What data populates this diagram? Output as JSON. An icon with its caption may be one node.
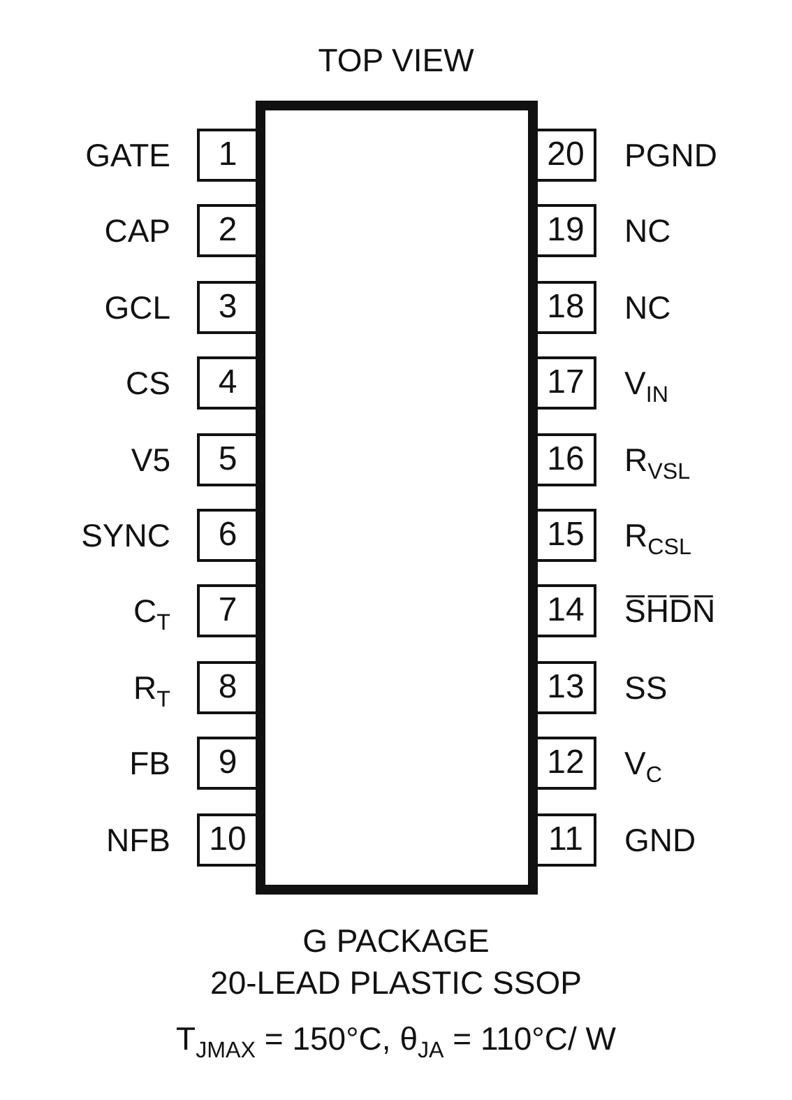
{
  "diagram": {
    "title": "TOP VIEW",
    "nodes": [
      {
        "text": [],
        "shape": "box"
      },
      {
        "text": [
          "1"
        ],
        "beside": [
          "GATE"
        ]
      },
      {
        "text": [
          "2"
        ],
        "beside": [
          "CAP"
        ]
      },
      {
        "text": [
          "3"
        ],
        "beside": [
          "GCL"
        ]
      },
      {
        "text": [
          "4"
        ],
        "beside": [
          "CS"
        ]
      },
      {
        "text": [
          "5"
        ],
        "beside": [
          "V5"
        ]
      },
      {
        "text": [
          "6"
        ],
        "beside": [
          "SYNC"
        ]
      },
      {
        "text": [
          "7"
        ],
        "beside": [
          "C$_{T}$"
        ]
      },
      {
        "text": [
          "8"
        ],
        "beside": [
          "R$_{T}$"
        ]
      },
      {
        "text": [
          "9"
        ],
        "beside": [
          "FB"
        ]
      },
      {
        "text": [
          "10"
        ],
        "beside": [
          "NFB"
        ]
      },
      {
        "text": [
          "11"
        ],
        "beside": [
          "GND"
        ]
      },
      {
        "text": [
          "12"
        ],
        "beside": [
          "V$_{C}$"
        ]
      },
      {
        "text": [
          "13"
        ],
        "beside": [
          "SS"
        ]
      },
      {
        "text": [
          "14"
        ],
        "beside": [
          "S̅H̅D̅N̅"
        ]
      },
      {
        "text": [
          "15"
        ],
        "beside": [
          "R$_{CSL}$"
        ]
      },
      {
        "text": [
          "16"
        ],
        "beside": [
          "R$_{VSL}$"
        ]
      },
      {
        "text": [
          "17"
        ],
        "beside": [
          "V$_{IN}$"
        ]
      },
      {
        "text": [
          "18"
        ],
        "beside": [
          "NC"
        ]
      },
      {
        "text": [
          "19"
        ],
        "beside": [
          "NC"
        ]
      },
      {
        "text": [
          "20"
        ],
        "beside": [
          "PGND"
        ]
      }
    ],
    "labels": [
      "G PACKAGE",
      "20-LEAD PLASTIC SSOP",
      "T$_{JMAX}$ = 150°C, θ$_{JA}$ = 110°C/ W"
    ]
  }
}
